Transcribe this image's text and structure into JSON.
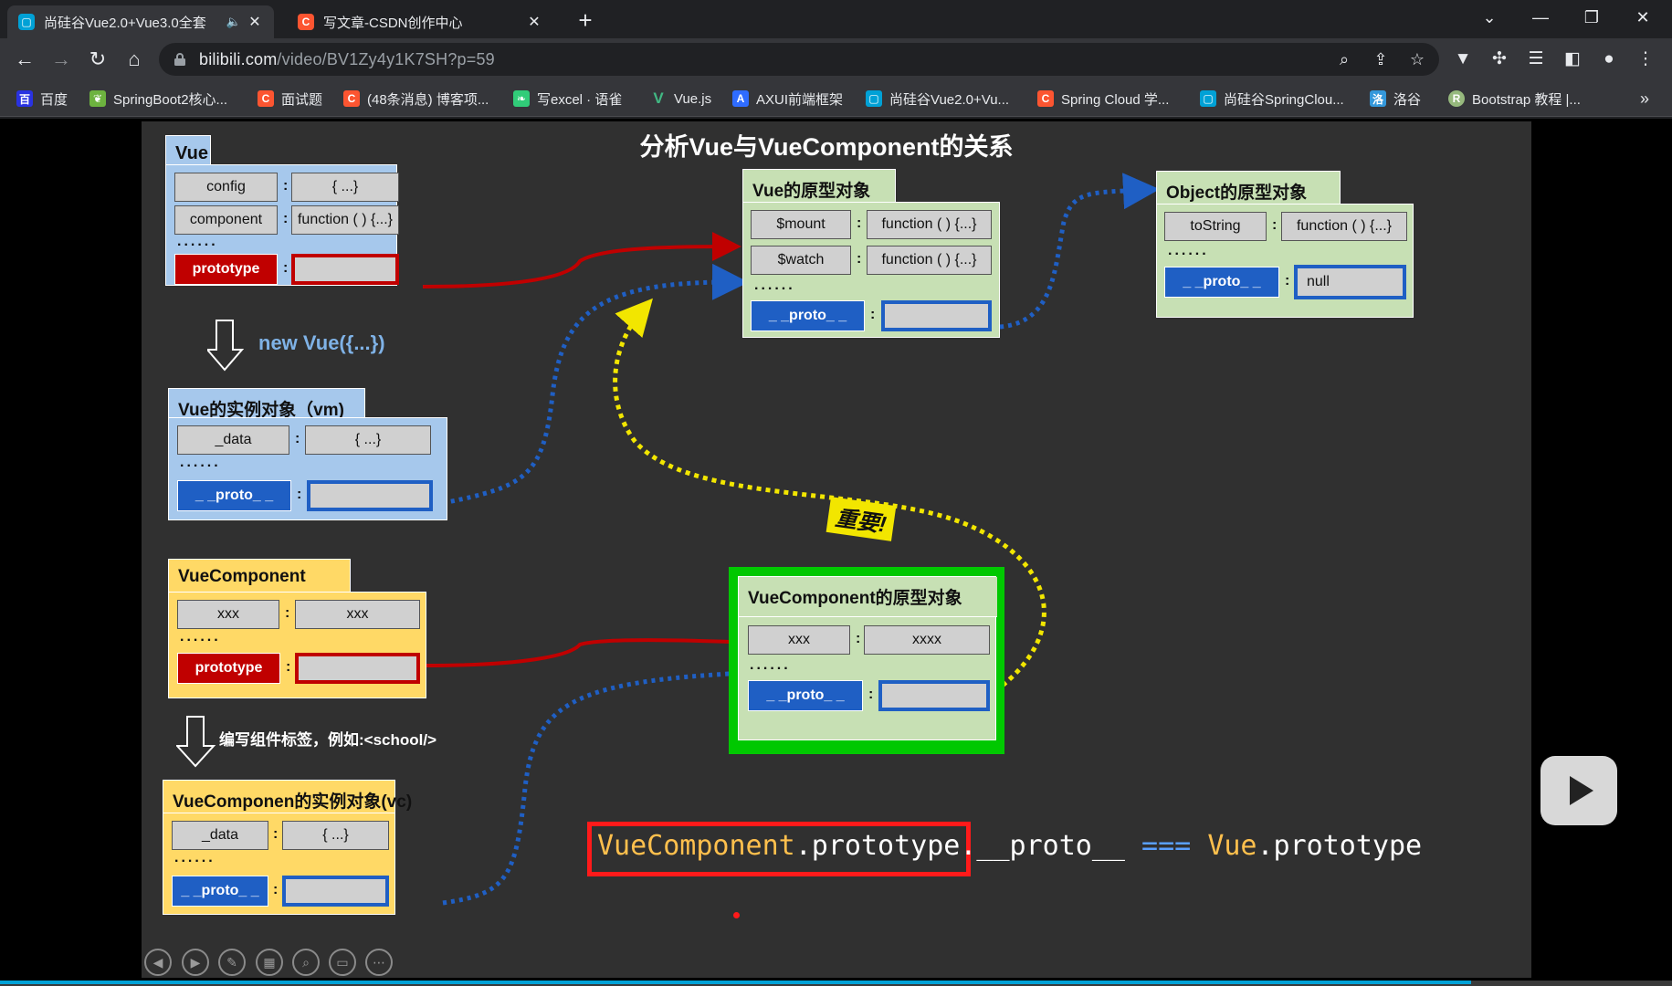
{
  "browser": {
    "tabs": [
      {
        "title": "尚硅谷Vue2.0+Vue3.0全套",
        "active": true,
        "favicon": "bilibili-icon",
        "audio": "🔈"
      },
      {
        "title": "写文章-CSDN创作中心",
        "active": false,
        "favicon": "csdn-icon"
      }
    ],
    "new_tab": "+",
    "window_controls": [
      "⌄",
      "—",
      "❐",
      "✕"
    ],
    "url_host": "bilibili.com",
    "url_path": "/video/BV1Zy4y1K7SH?p=59",
    "bookmarks": [
      {
        "label": "百度",
        "icon": "baidu-icon",
        "color": "#2932e1"
      },
      {
        "label": "SpringBoot2核心...",
        "icon": "leaf-icon",
        "color": "#6db33f"
      },
      {
        "label": "面试题",
        "icon": "csdn-icon",
        "color": "#fc5531"
      },
      {
        "label": "(48条消息) 博客项...",
        "icon": "csdn-icon",
        "color": "#fc5531"
      },
      {
        "label": "写excel · 语雀",
        "icon": "yuque-icon",
        "color": "#31cc79"
      },
      {
        "label": "Vue.js",
        "icon": "vue-icon",
        "color": "#41b883"
      },
      {
        "label": "AXUI前端框架",
        "icon": "axui-icon",
        "color": "#2f6cff"
      },
      {
        "label": "尚硅谷Vue2.0+Vu...",
        "icon": "bilibili-icon",
        "color": "#00a1d6"
      },
      {
        "label": "Spring Cloud 学...",
        "icon": "csdn-icon",
        "color": "#fc5531"
      },
      {
        "label": "尚硅谷SpringClou...",
        "icon": "bilibili-icon",
        "color": "#00a1d6"
      },
      {
        "label": "洛谷",
        "icon": "luogu-icon",
        "color": "#3498db"
      },
      {
        "label": "Bootstrap 教程 |...",
        "icon": "runoob-icon",
        "color": "#96b97d"
      }
    ],
    "bookmarks_more": "»"
  },
  "slide": {
    "title": "分析Vue与VueComponent的关系",
    "vue": {
      "label": "Vue",
      "rows": [
        {
          "key": "config",
          "value": "{ ...}"
        },
        {
          "key": "component",
          "value": "function ( ) {...}"
        }
      ],
      "dots": "......",
      "prototype_key": "prototype"
    },
    "new_vue": "new Vue({...})",
    "vm": {
      "label": "Vue的实例对象（vm)",
      "rows": [
        {
          "key": "_data",
          "value": "{ ...}"
        }
      ],
      "dots": "......",
      "proto_key": "_ _proto_ _"
    },
    "vue_proto": {
      "label": "Vue的原型对象",
      "rows": [
        {
          "key": "$mount",
          "value": "function ( ) {...}"
        },
        {
          "key": "$watch",
          "value": "function ( ) {...}"
        }
      ],
      "dots": "......",
      "proto_key": "_ _proto_ _"
    },
    "object_proto": {
      "label": "Object的原型对象",
      "rows": [
        {
          "key": "toString",
          "value": "function ( ) {...}"
        }
      ],
      "dots": "......",
      "proto_key": "_ _proto_ _",
      "proto_value": "null"
    },
    "vc_ctor": {
      "label": "VueComponent",
      "rows": [
        {
          "key": "xxx",
          "value": "xxx"
        }
      ],
      "dots": "......",
      "prototype_key": "prototype"
    },
    "write_tag": "编写组件标签，例如:<school/>",
    "vc_proto": {
      "label": "VueComponent的原型对象",
      "rows": [
        {
          "key": "xxx",
          "value": "xxxx"
        }
      ],
      "dots": "......",
      "proto_key": "_ _proto_ _"
    },
    "vc": {
      "label": "VueComponen的实例对象(vc)",
      "rows": [
        {
          "key": "_data",
          "value": "{ ...}"
        }
      ],
      "dots": "......",
      "proto_key": "_ _proto_ _"
    },
    "important": "重要!",
    "formula": {
      "part1": "VueComponent",
      "part2": ".prototype",
      "part3": ".__proto__",
      "part4": " === ",
      "part5": "Vue",
      "part6": ".prototype"
    },
    "colors": {
      "vue_panel": "#a6c8ec",
      "proto_panel": "#c7e0b4",
      "vc_panel": "#ffd966",
      "label_vue": "#a6c8ec",
      "label_proto": "#c7e0b4",
      "label_vc": "#ffd966",
      "red": "#c00000",
      "blue": "#1f5fc4",
      "green_border": "#00c800",
      "yellow_dots": "#f2e600"
    }
  },
  "player": {
    "controls": [
      "prev-icon",
      "next-icon",
      "pen-icon",
      "pages-icon",
      "zoom-icon",
      "subtitle-icon",
      "more-icon"
    ],
    "progress": 0.88
  }
}
